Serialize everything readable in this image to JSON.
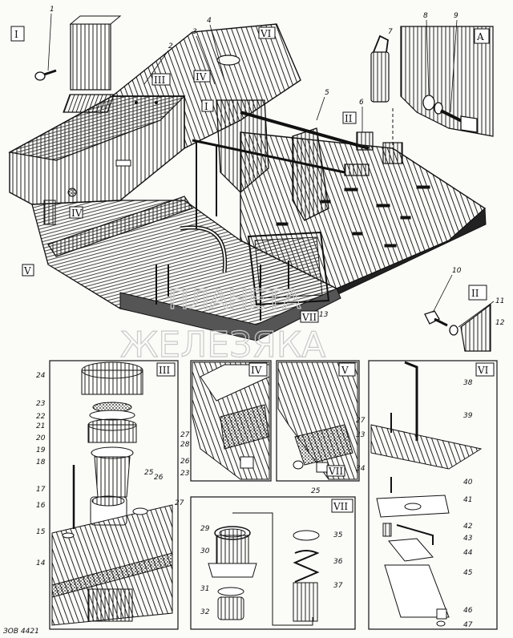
{
  "main": {
    "insets": [
      {
        "id": "I",
        "label": "I"
      },
      {
        "id": "A",
        "label": "A"
      },
      {
        "id": "II",
        "label": "II"
      }
    ],
    "callouts": [
      "III",
      "IV",
      "V",
      "VI",
      "VII",
      "II",
      "I",
      "IV"
    ],
    "parts": [
      "1",
      "2",
      "3",
      "4",
      "5",
      "6",
      "7",
      "8",
      "9",
      "10",
      "11",
      "12",
      "13"
    ]
  },
  "panels": [
    {
      "id": "III",
      "label": "III",
      "parts": [
        "14",
        "15",
        "16",
        "17",
        "18",
        "19",
        "20",
        "21",
        "22",
        "23",
        "24",
        "25",
        "26",
        "27"
      ]
    },
    {
      "id": "IV",
      "label": "IV",
      "parts": [
        "27",
        "28",
        "26",
        "23"
      ]
    },
    {
      "id": "V",
      "label": "V",
      "parts": [
        "27",
        "33",
        "34",
        "25"
      ],
      "sub": "VII"
    },
    {
      "id": "VI",
      "label": "VI",
      "parts": [
        "38",
        "39",
        "40",
        "41",
        "42",
        "43",
        "44",
        "45",
        "46",
        "47"
      ]
    },
    {
      "id": "VII",
      "label": "VII",
      "parts": [
        "29",
        "30",
        "31",
        "32",
        "35",
        "36",
        "37"
      ]
    }
  ],
  "watermark": {
    "line1": "ПЛАНЕТА",
    "line2": "ЖЕЛЕЗЯКА"
  },
  "figure_code": "ЗОВ 4421"
}
